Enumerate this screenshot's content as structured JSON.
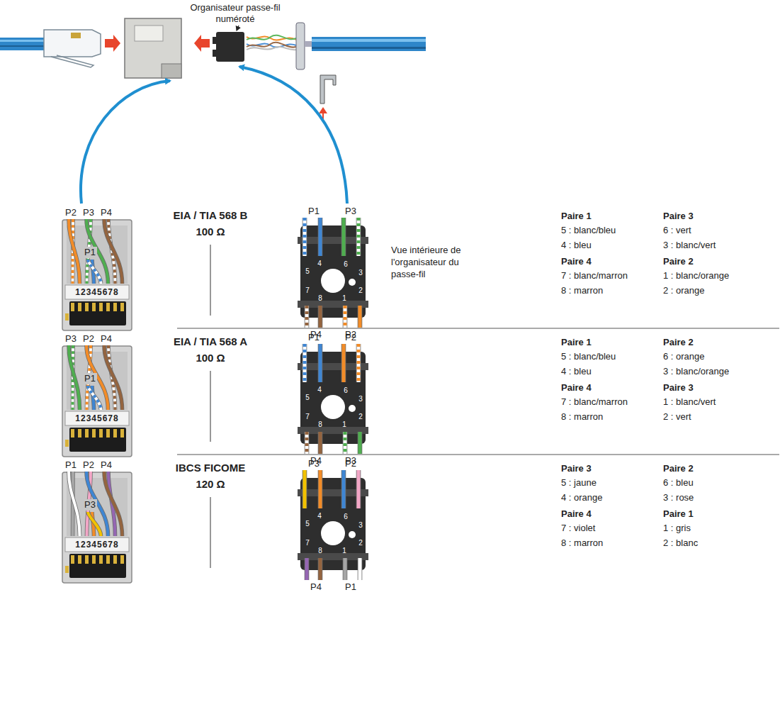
{
  "diagram": {
    "labels": [
      "Organisateur passe-fil numéroté",
      "P2",
      "P3",
      "P4",
      "P1",
      "12345678",
      "EIA / TIA 568 B",
      "100 Ω",
      "P1",
      "P3",
      "5",
      "4",
      "6",
      "3",
      "7",
      "8",
      "1",
      "2",
      "P4",
      "P2",
      "Vue intérieure de l'organisateur du passe-fil",
      "Paire 1",
      "5 : blanc/bleu",
      "4 : bleu",
      "Paire 3",
      "6 : vert",
      "3 : blanc/vert",
      "Paire 4",
      "7 : blanc/marron",
      "8 : marron",
      "Paire 2",
      "1 : blanc/orange",
      "2 : orange",
      "P3",
      "P2",
      "P4",
      "P1",
      "12345678",
      "EIA / TIA 568 A",
      "100 Ω",
      "P1",
      "P2",
      "5",
      "4",
      "6",
      "3",
      "7",
      "8",
      "1",
      "2",
      "P4",
      "P3",
      "Paire 1",
      "5 : blanc/bleu",
      "4 : bleu",
      "Paire 2",
      "6 : orange",
      "3 : blanc/orange",
      "Paire 4",
      "7 : blanc/marron",
      "8 : marron",
      "Paire 3",
      "1 : blanc/vert",
      "2 : vert",
      "P1",
      "P2",
      "P4",
      "P3",
      "12345678",
      "IBCS FICOME",
      "120 Ω",
      "P3",
      "P2",
      "5",
      "4",
      "6",
      "3",
      "7",
      "8",
      "1",
      "2",
      "P4",
      "P1",
      "Paire 3",
      "5 : jaune",
      "4 : orange",
      "Paire 2",
      "6 : bleu",
      "3 : rose",
      "Paire 4",
      "7 : violet",
      "8 : marron",
      "Paire 1",
      "1 : gris",
      "2 : blanc"
    ]
  }
}
